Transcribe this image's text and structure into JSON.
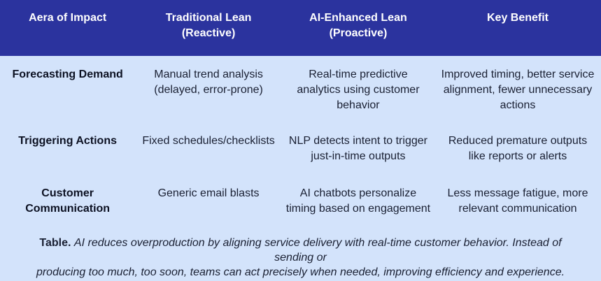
{
  "colors": {
    "header_bg": "#2b339e",
    "header_text": "#ffffff",
    "body_bg": "#d3e3fb",
    "cell_text": "#1a2033",
    "label_text": "#0c1122"
  },
  "table": {
    "headers": [
      "Aera of Impact",
      "Traditional Lean\n(Reactive)",
      "AI-Enhanced Lean\n(Proactive)",
      "Key Benefit"
    ],
    "rows": [
      [
        "Forecasting Demand",
        "Manual trend analysis\n(delayed, error-prone)",
        "Real-time predictive\nanalytics using customer\nbehavior",
        "Improved timing, better service\nalignment, fewer unnecessary\nactions"
      ],
      [
        "Triggering Actions",
        "Fixed schedules/checklists",
        "NLP detects intent to trigger\njust-in-time outputs",
        "Reduced premature outputs\nlike reports or alerts"
      ],
      [
        "Customer\nCommunication",
        "Generic email blasts",
        "AI chatbots personalize\ntiming based on engagement",
        "Less message fatigue, more\nrelevant communication"
      ]
    ]
  },
  "caption": {
    "label": "Table.",
    "text": "AI reduces overproduction by aligning service delivery with real-time customer behavior. Instead of sending or\nproducing too much, too soon, teams can act precisely when needed, improving efficiency and experience."
  }
}
